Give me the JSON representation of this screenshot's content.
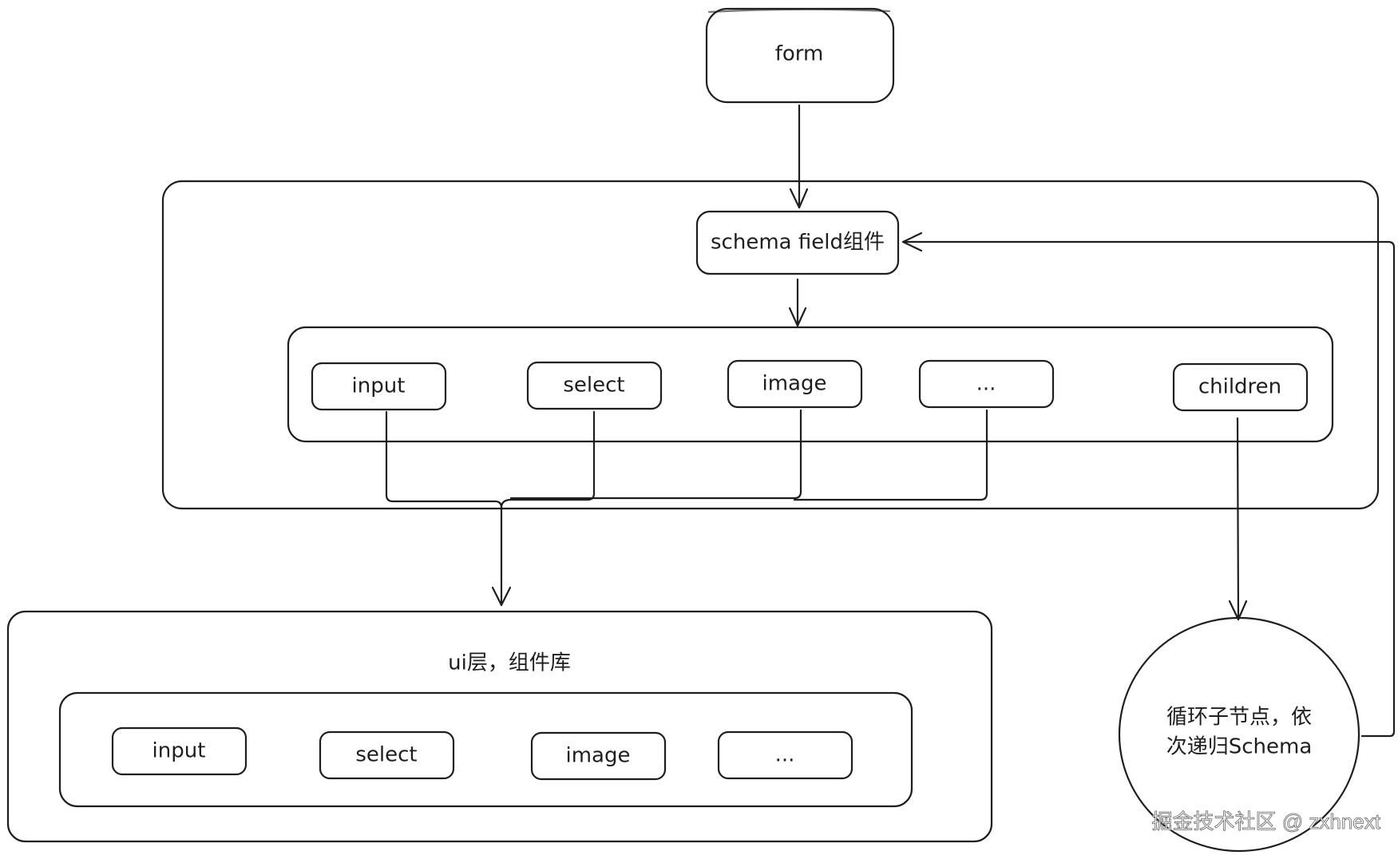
{
  "nodes": {
    "form": "form",
    "schema_field": "schema field组件",
    "field_types": [
      "input",
      "select",
      "image",
      "...",
      "children"
    ],
    "ui_layer_title": "ui层，组件库",
    "ui_components": [
      "input",
      "select",
      "image",
      "..."
    ],
    "loop_line1": "循环子节点，依",
    "loop_line2": "次递归Schema"
  },
  "watermark": "掘金技术社区 @ zxhnext",
  "colors": {
    "stroke": "#1e1e1e",
    "background": "#ffffff"
  }
}
